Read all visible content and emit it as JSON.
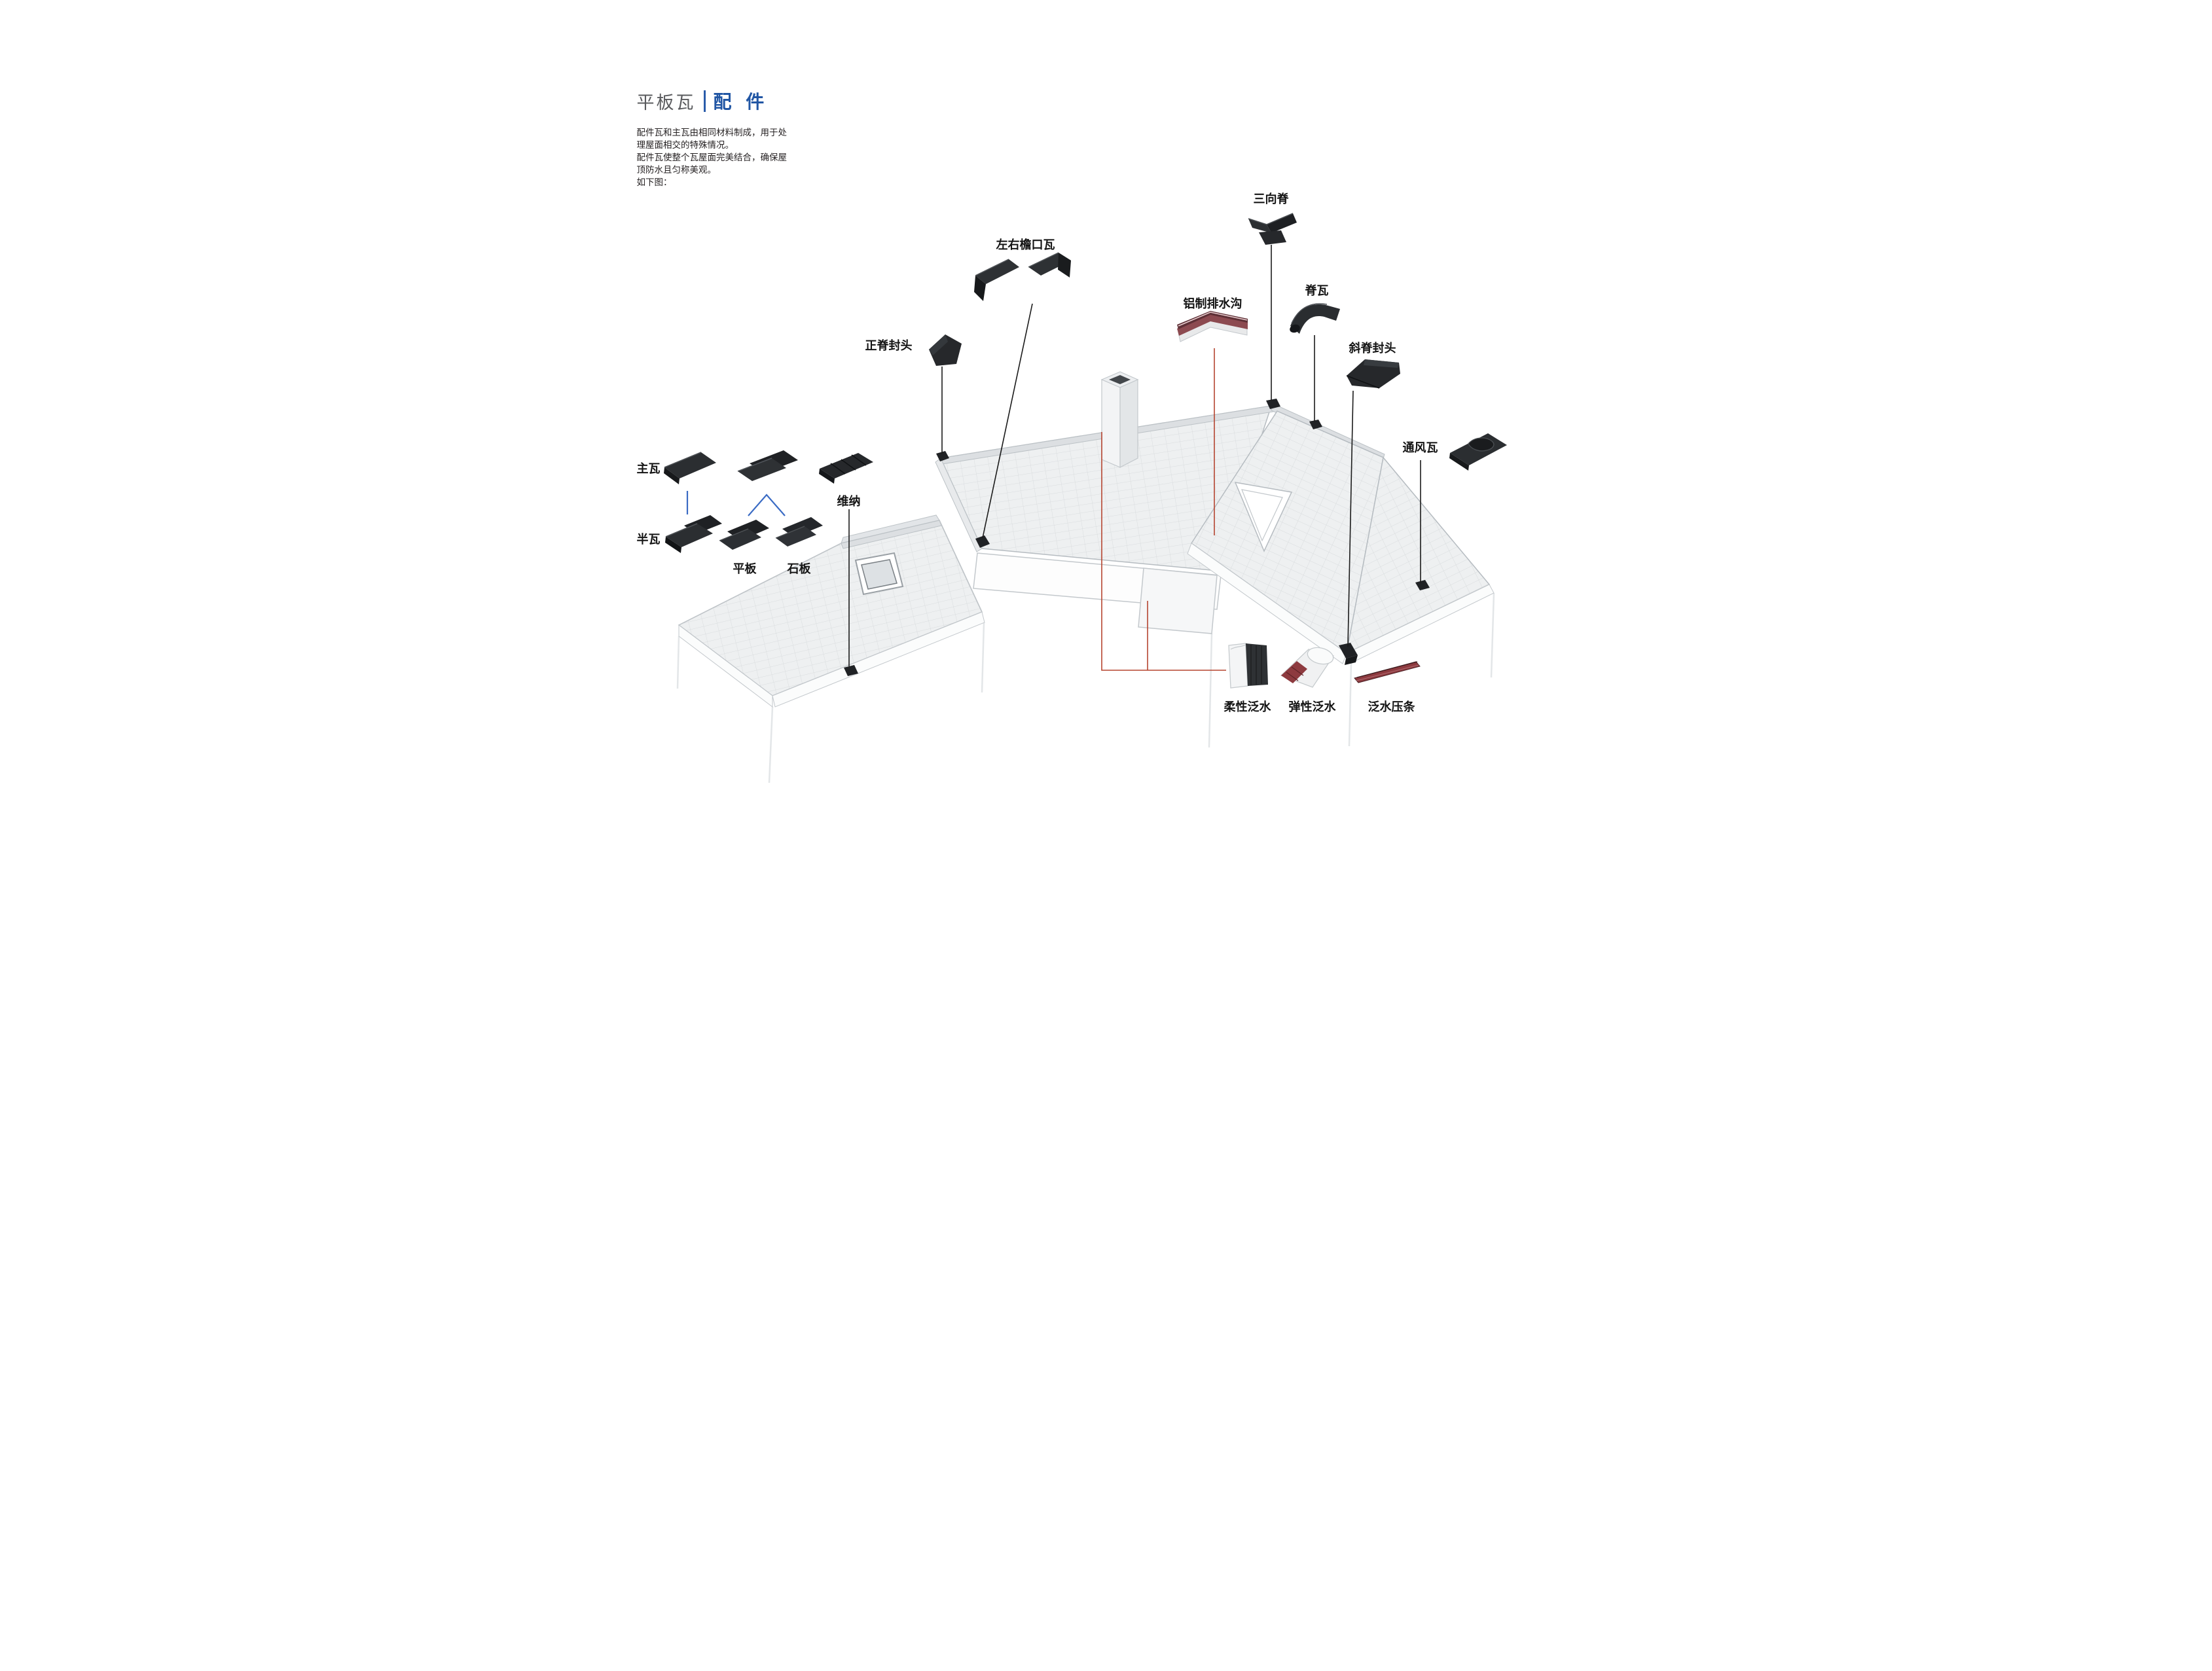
{
  "header": {
    "category": "平板瓦",
    "title": "配 件"
  },
  "intro": {
    "lines": [
      "配件瓦和主瓦由相同材料制成，用于处",
      "理屋面相交的特殊情况。",
      "配件瓦使整个瓦屋面完美结合，确保屋",
      "顶防水且匀称美观。",
      "如下图："
    ]
  },
  "callouts": {
    "three_way_ridge": "三向脊",
    "eave_tiles_lr": "左右檐口瓦",
    "main_ridge_end_cap": "正脊封头",
    "aluminum_gutter": "铝制排水沟",
    "ridge_tile": "脊瓦",
    "hip_ridge_end_cap": "斜脊封头",
    "vent_tile": "通风瓦",
    "main_tile": "主瓦",
    "half_tile": "半瓦",
    "flat_panel": "平板",
    "slate": "石板",
    "vienna": "维纳",
    "flexible_flashing": "柔性泛水",
    "elastic_flashing": "弹性泛水",
    "flashing_batten": "泛水压条"
  },
  "colors": {
    "accent_blue": "#2156a4",
    "connector_blue": "#3a6bc4",
    "leader_black": "#1a1a1a",
    "leader_red": "#b5442f",
    "tile_dark": "#26282b",
    "flashing_maroon": "#8d3a3f",
    "roof_light": "#eef0f1"
  }
}
